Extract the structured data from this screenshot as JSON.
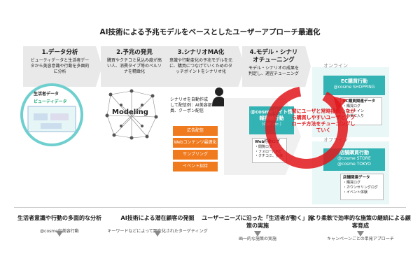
{
  "title": "AI技術による予兆モデルをベースとしたユーザーアプローチ最適化",
  "steps": [
    {
      "heading": "1.データ分析",
      "desc": "ビューティデータと生活者データから美容意識や行動を多面的に分析"
    },
    {
      "heading": "2.予兆の発見",
      "desc": "購買やクチコミ見込み度が高い人、消費タイプ等のペルソナを精緻化"
    },
    {
      "heading": "3.シナリオMA化",
      "desc": "意識や行動変化の予兆モデルを元に、購買につなげていくためのタッチポイントをシナリオ化"
    },
    {
      "heading": "4.モデル・シナリオチューニング",
      "desc": "モデル・シナリオの成果を判定し、適宜チューニング"
    }
  ],
  "left": {
    "consumer": "生活者データ",
    "beauty": "ビューティデータ",
    "modeling": "Modeling"
  },
  "scenario": {
    "text": "シナリオを自動作成して配信例：AI美容部員、クーポン配信",
    "buttons": [
      "広告配信",
      "Webコンテンツ最適化",
      "サンプリング",
      "イベント招待"
    ]
  },
  "cosme_site": {
    "title": "@cosmeサイト情報接触行動",
    "sub": "（CNP etc.）"
  },
  "web_box": {
    "title": "Web行動ログ",
    "items": [
      "・閲覧ログ",
      "・フォロー/LIKE",
      "・クチコミ、投稿"
    ]
  },
  "online": {
    "label": "オンライン",
    "box_title": "EC購買行動",
    "box_sub": "@cosme SHOPPING",
    "log_title": "EC購買関連データ",
    "log_items": [
      "・購買ログ",
      "・カートイン",
      "・お気に入り"
    ]
  },
  "offline": {
    "label": "オフライン",
    "box_title": "店舗購買行動",
    "box_sub": "@cosme STORE",
    "box_sub2": "@cosme TOKYO",
    "log_title": "店舗関連データ",
    "log_items": [
      "・購買ログ",
      "・カウンセリングログ",
      "・イベント体験"
    ]
  },
  "red_text": "常にユーザと常時接続しながら購買しやすいユーザとアプローチ方法をチューニングしていく",
  "bottom": [
    {
      "head": "生活者意識や行動の多面的な分析",
      "sub": "@cosme内美容行動"
    },
    {
      "head": "AI技術による潜在顧客の発掘",
      "sub": "キーワードなどによって顕在化されたターゲティング"
    },
    {
      "head": "ユーザーニーズに沿った「生活者が動く」施策の実施",
      "sub": "画一的な施策の実施"
    },
    {
      "head": "より柔軟で効率的な施策の継続による顧客育成",
      "sub": "キャンペーンごとの単発アプローチ"
    }
  ],
  "colors": {
    "teal": "#33b3b3",
    "orange": "#f07a1e",
    "red": "#e0161b",
    "gray": "#e9e9e9"
  }
}
